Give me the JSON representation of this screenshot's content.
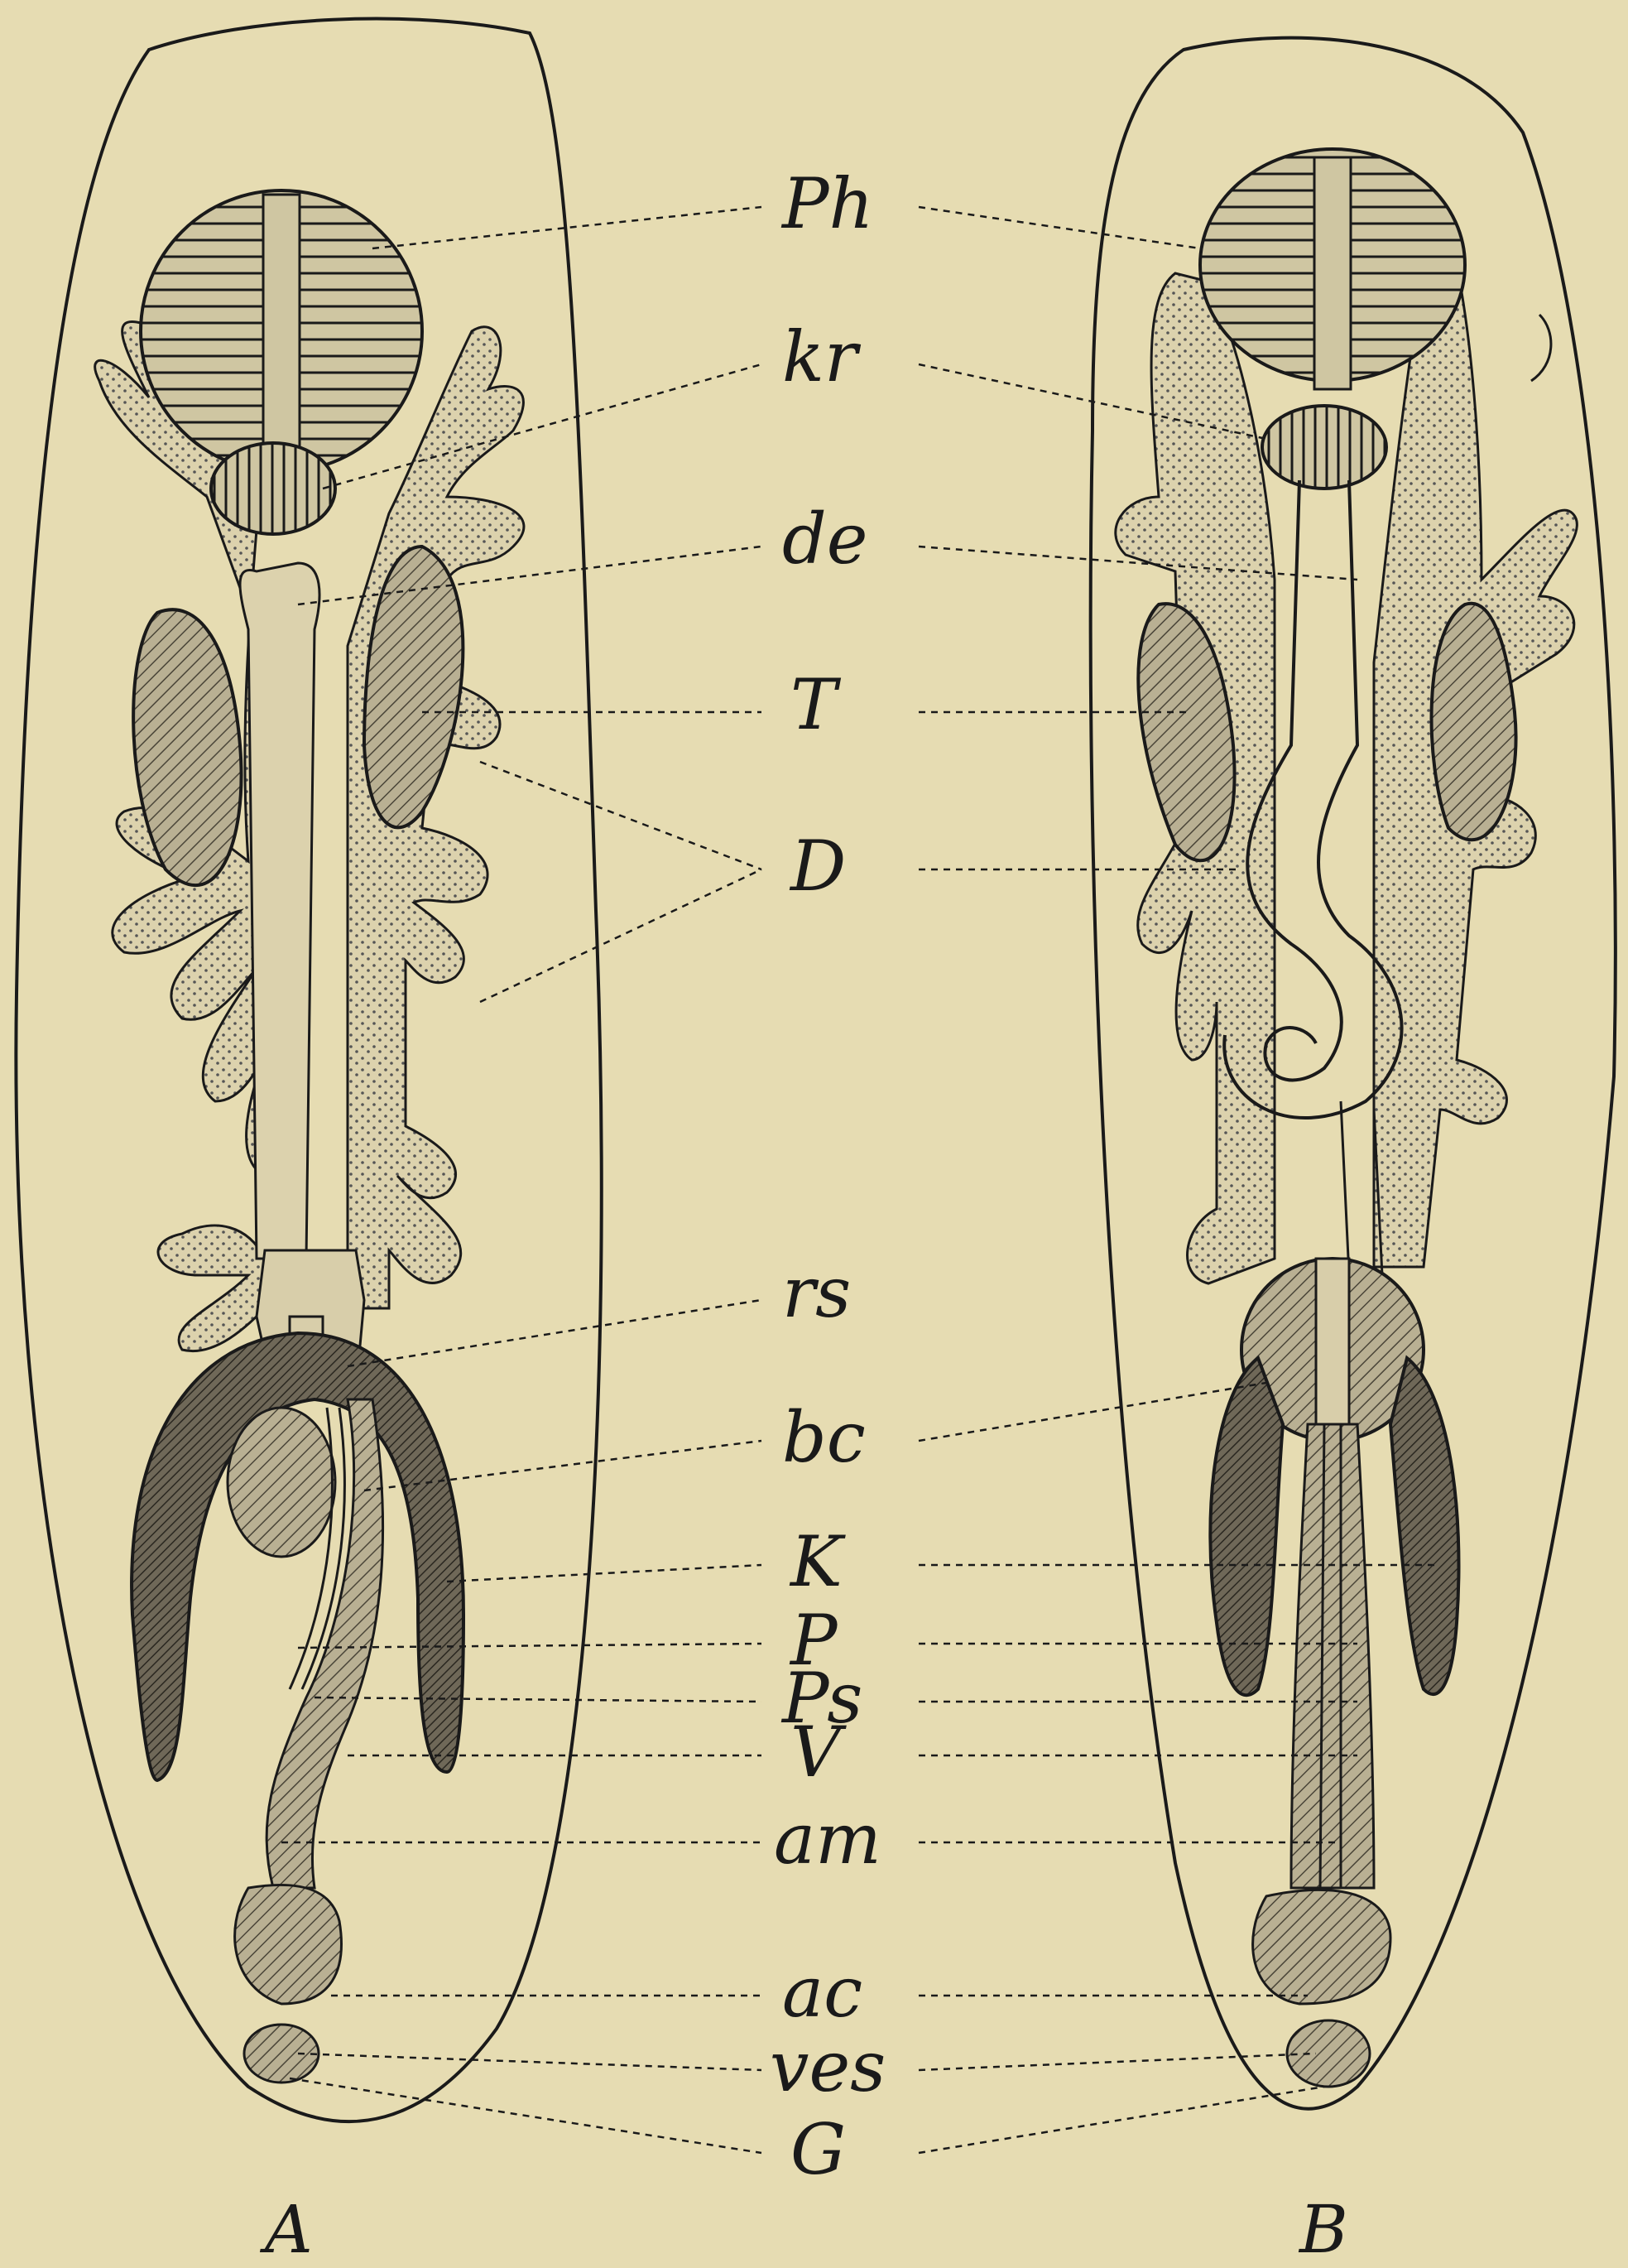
{
  "figure": {
    "panels": [
      {
        "id": "A",
        "caption": "A"
      },
      {
        "id": "B",
        "caption": "B"
      }
    ],
    "labels": [
      {
        "key": "Ph",
        "text": "Ph"
      },
      {
        "key": "kr",
        "text": "kr"
      },
      {
        "key": "de",
        "text": "de"
      },
      {
        "key": "T",
        "text": "T"
      },
      {
        "key": "D",
        "text": "D"
      },
      {
        "key": "rs",
        "text": "rs"
      },
      {
        "key": "bc",
        "text": "bc"
      },
      {
        "key": "K",
        "text": "K"
      },
      {
        "key": "P",
        "text": "P"
      },
      {
        "key": "Ps",
        "text": "Ps"
      },
      {
        "key": "V",
        "text": "V"
      },
      {
        "key": "am",
        "text": "am"
      },
      {
        "key": "ac",
        "text": "ac"
      },
      {
        "key": "ves",
        "text": "ves"
      },
      {
        "key": "G",
        "text": "G"
      }
    ],
    "colors": {
      "paper": "#e6dcb2",
      "ink": "#1a1a1a",
      "gut": "#d8ceaa",
      "organ_dark": "#8a8270",
      "organ_mid": "#b8ae92"
    }
  }
}
